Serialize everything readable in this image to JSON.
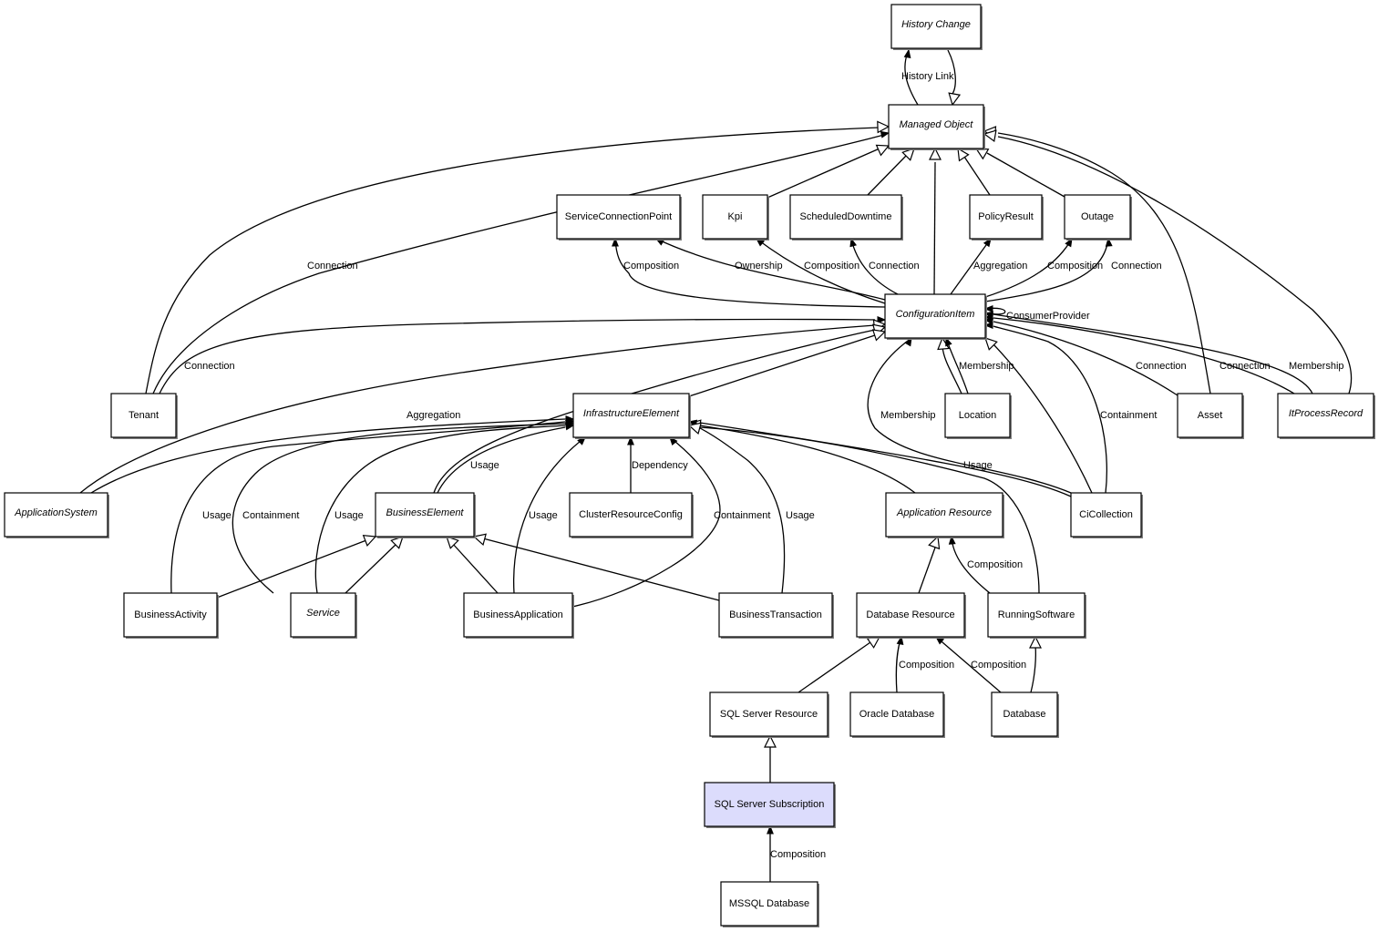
{
  "diagram": {
    "title": "",
    "highlight_color": "#dcdcfc",
    "nodes": [
      {
        "id": "history-change",
        "label": "History Change",
        "abstract": true
      },
      {
        "id": "managed-object",
        "label": "Managed Object",
        "abstract": true
      },
      {
        "id": "service-connection-point",
        "label": "ServiceConnectionPoint",
        "abstract": false
      },
      {
        "id": "kpi",
        "label": "Kpi",
        "abstract": false
      },
      {
        "id": "scheduled-downtime",
        "label": "ScheduledDowntime",
        "abstract": false
      },
      {
        "id": "policy-result",
        "label": "PolicyResult",
        "abstract": false
      },
      {
        "id": "outage",
        "label": "Outage",
        "abstract": false
      },
      {
        "id": "configuration-item",
        "label": "ConfigurationItem",
        "abstract": true
      },
      {
        "id": "tenant",
        "label": "Tenant",
        "abstract": false
      },
      {
        "id": "infrastructure-element",
        "label": "InfrastructureElement",
        "abstract": true
      },
      {
        "id": "location",
        "label": "Location",
        "abstract": false
      },
      {
        "id": "asset",
        "label": "Asset",
        "abstract": false
      },
      {
        "id": "it-process-record",
        "label": "ItProcessRecord",
        "abstract": true
      },
      {
        "id": "application-system",
        "label": "ApplicationSystem",
        "abstract": true
      },
      {
        "id": "business-element",
        "label": "BusinessElement",
        "abstract": true
      },
      {
        "id": "cluster-resource-config",
        "label": "ClusterResourceConfig",
        "abstract": false
      },
      {
        "id": "application-resource",
        "label": "Application Resource",
        "abstract": true
      },
      {
        "id": "ci-collection",
        "label": "CiCollection",
        "abstract": false
      },
      {
        "id": "business-activity",
        "label": "BusinessActivity",
        "abstract": false
      },
      {
        "id": "service",
        "label": "Service",
        "abstract": true
      },
      {
        "id": "business-application",
        "label": "BusinessApplication",
        "abstract": false
      },
      {
        "id": "business-transaction",
        "label": "BusinessTransaction",
        "abstract": false
      },
      {
        "id": "database-resource",
        "label": "Database Resource",
        "abstract": false
      },
      {
        "id": "running-software",
        "label": "RunningSoftware",
        "abstract": false
      },
      {
        "id": "sql-server-resource",
        "label": "SQL Server Resource",
        "abstract": false
      },
      {
        "id": "oracle-database",
        "label": "Oracle Database",
        "abstract": false
      },
      {
        "id": "database",
        "label": "Database",
        "abstract": false
      },
      {
        "id": "sql-server-subscription",
        "label": "SQL Server Subscription",
        "abstract": false,
        "highlighted": true
      },
      {
        "id": "mssql-database",
        "label": "MSSQL Database",
        "abstract": false
      }
    ],
    "edges": [
      {
        "from": "managed-object",
        "to": "history-change",
        "type": "association",
        "label": "History Link"
      },
      {
        "from": "history-change",
        "to": "managed-object",
        "type": "inheritance",
        "label": ""
      },
      {
        "from": "kpi",
        "to": "managed-object",
        "type": "inheritance",
        "label": ""
      },
      {
        "from": "scheduled-downtime",
        "to": "managed-object",
        "type": "inheritance",
        "label": ""
      },
      {
        "from": "configuration-item",
        "to": "managed-object",
        "type": "inheritance",
        "label": ""
      },
      {
        "from": "policy-result",
        "to": "managed-object",
        "type": "inheritance",
        "label": ""
      },
      {
        "from": "outage",
        "to": "managed-object",
        "type": "inheritance",
        "label": ""
      },
      {
        "from": "asset",
        "to": "managed-object",
        "type": "inheritance",
        "label": ""
      },
      {
        "from": "it-process-record",
        "to": "managed-object",
        "type": "inheritance",
        "label": ""
      },
      {
        "from": "tenant",
        "to": "managed-object",
        "type": "inheritance",
        "label": ""
      },
      {
        "from": "tenant",
        "to": "managed-object",
        "type": "association",
        "label": "Connection"
      },
      {
        "from": "configuration-item",
        "to": "service-connection-point",
        "type": "association",
        "label": "Composition"
      },
      {
        "from": "configuration-item",
        "to": "service-connection-point",
        "type": "association",
        "label": "Ownership"
      },
      {
        "from": "configuration-item",
        "to": "kpi",
        "type": "association",
        "label": "Composition"
      },
      {
        "from": "configuration-item",
        "to": "scheduled-downtime",
        "type": "association",
        "label": "Connection"
      },
      {
        "from": "configuration-item",
        "to": "policy-result",
        "type": "association",
        "label": "Aggregation"
      },
      {
        "from": "configuration-item",
        "to": "outage",
        "type": "association",
        "label": "Composition"
      },
      {
        "from": "configuration-item",
        "to": "outage",
        "type": "association",
        "label": "Connection"
      },
      {
        "from": "configuration-item",
        "to": "configuration-item",
        "type": "association",
        "label": "ConsumerProvider"
      },
      {
        "from": "tenant",
        "to": "configuration-item",
        "type": "association",
        "label": "Connection"
      },
      {
        "from": "application-system",
        "to": "configuration-item",
        "type": "inheritance",
        "label": ""
      },
      {
        "from": "business-element",
        "to": "configuration-item",
        "type": "inheritance",
        "label": ""
      },
      {
        "from": "infrastructure-element",
        "to": "configuration-item",
        "type": "inheritance",
        "label": ""
      },
      {
        "from": "location",
        "to": "configuration-item",
        "type": "inheritance",
        "label": ""
      },
      {
        "from": "location",
        "to": "configuration-item",
        "type": "association",
        "label": "Membership"
      },
      {
        "from": "ci-collection",
        "to": "configuration-item",
        "type": "association",
        "label": "Membership"
      },
      {
        "from": "ci-collection",
        "to": "configuration-item",
        "type": "inheritance",
        "label": ""
      },
      {
        "from": "ci-collection",
        "to": "configuration-item",
        "type": "association",
        "label": "Containment"
      },
      {
        "from": "asset",
        "to": "configuration-item",
        "type": "association",
        "label": "Connection"
      },
      {
        "from": "it-process-record",
        "to": "configuration-item",
        "type": "association",
        "label": "Connection"
      },
      {
        "from": "it-process-record",
        "to": "configuration-item",
        "type": "association",
        "label": "Membership"
      },
      {
        "from": "application-system",
        "to": "infrastructure-element",
        "type": "association",
        "label": "Aggregation"
      },
      {
        "from": "business-activity",
        "to": "infrastructure-element",
        "type": "association",
        "label": "Usage"
      },
      {
        "from": "service",
        "to": "infrastructure-element",
        "type": "association",
        "label": "Containment"
      },
      {
        "from": "service",
        "to": "infrastructure-element",
        "type": "association",
        "label": "Usage"
      },
      {
        "from": "business-element",
        "to": "infrastructure-element",
        "type": "association",
        "label": "Usage"
      },
      {
        "from": "business-application",
        "to": "infrastructure-element",
        "type": "association",
        "label": "Usage"
      },
      {
        "from": "cluster-resource-config",
        "to": "infrastructure-element",
        "type": "association",
        "label": "Dependency"
      },
      {
        "from": "business-application",
        "to": "infrastructure-element",
        "type": "association",
        "label": "Containment"
      },
      {
        "from": "business-transaction",
        "to": "infrastructure-element",
        "type": "association",
        "label": "Usage"
      },
      {
        "from": "application-resource",
        "to": "infrastructure-element",
        "type": "inheritance",
        "label": ""
      },
      {
        "from": "ci-collection",
        "to": "infrastructure-element",
        "type": "association",
        "label": "Usage"
      },
      {
        "from": "running-software",
        "to": "infrastructure-element",
        "type": "inheritance",
        "label": ""
      },
      {
        "from": "business-activity",
        "to": "business-element",
        "type": "inheritance",
        "label": ""
      },
      {
        "from": "service",
        "to": "business-element",
        "type": "inheritance",
        "label": ""
      },
      {
        "from": "business-application",
        "to": "business-element",
        "type": "inheritance",
        "label": ""
      },
      {
        "from": "business-transaction",
        "to": "business-element",
        "type": "inheritance",
        "label": ""
      },
      {
        "from": "database-resource",
        "to": "application-resource",
        "type": "inheritance",
        "label": ""
      },
      {
        "from": "running-software",
        "to": "application-resource",
        "type": "association",
        "label": "Composition"
      },
      {
        "from": "sql-server-resource",
        "to": "database-resource",
        "type": "inheritance",
        "label": ""
      },
      {
        "from": "oracle-database",
        "to": "database-resource",
        "type": "association",
        "label": "Composition"
      },
      {
        "from": "database",
        "to": "database-resource",
        "type": "association",
        "label": "Composition"
      },
      {
        "from": "database",
        "to": "running-software",
        "type": "inheritance",
        "label": ""
      },
      {
        "from": "sql-server-subscription",
        "to": "sql-server-resource",
        "type": "inheritance",
        "label": ""
      },
      {
        "from": "mssql-database",
        "to": "sql-server-subscription",
        "type": "association",
        "label": "Composition"
      }
    ]
  }
}
